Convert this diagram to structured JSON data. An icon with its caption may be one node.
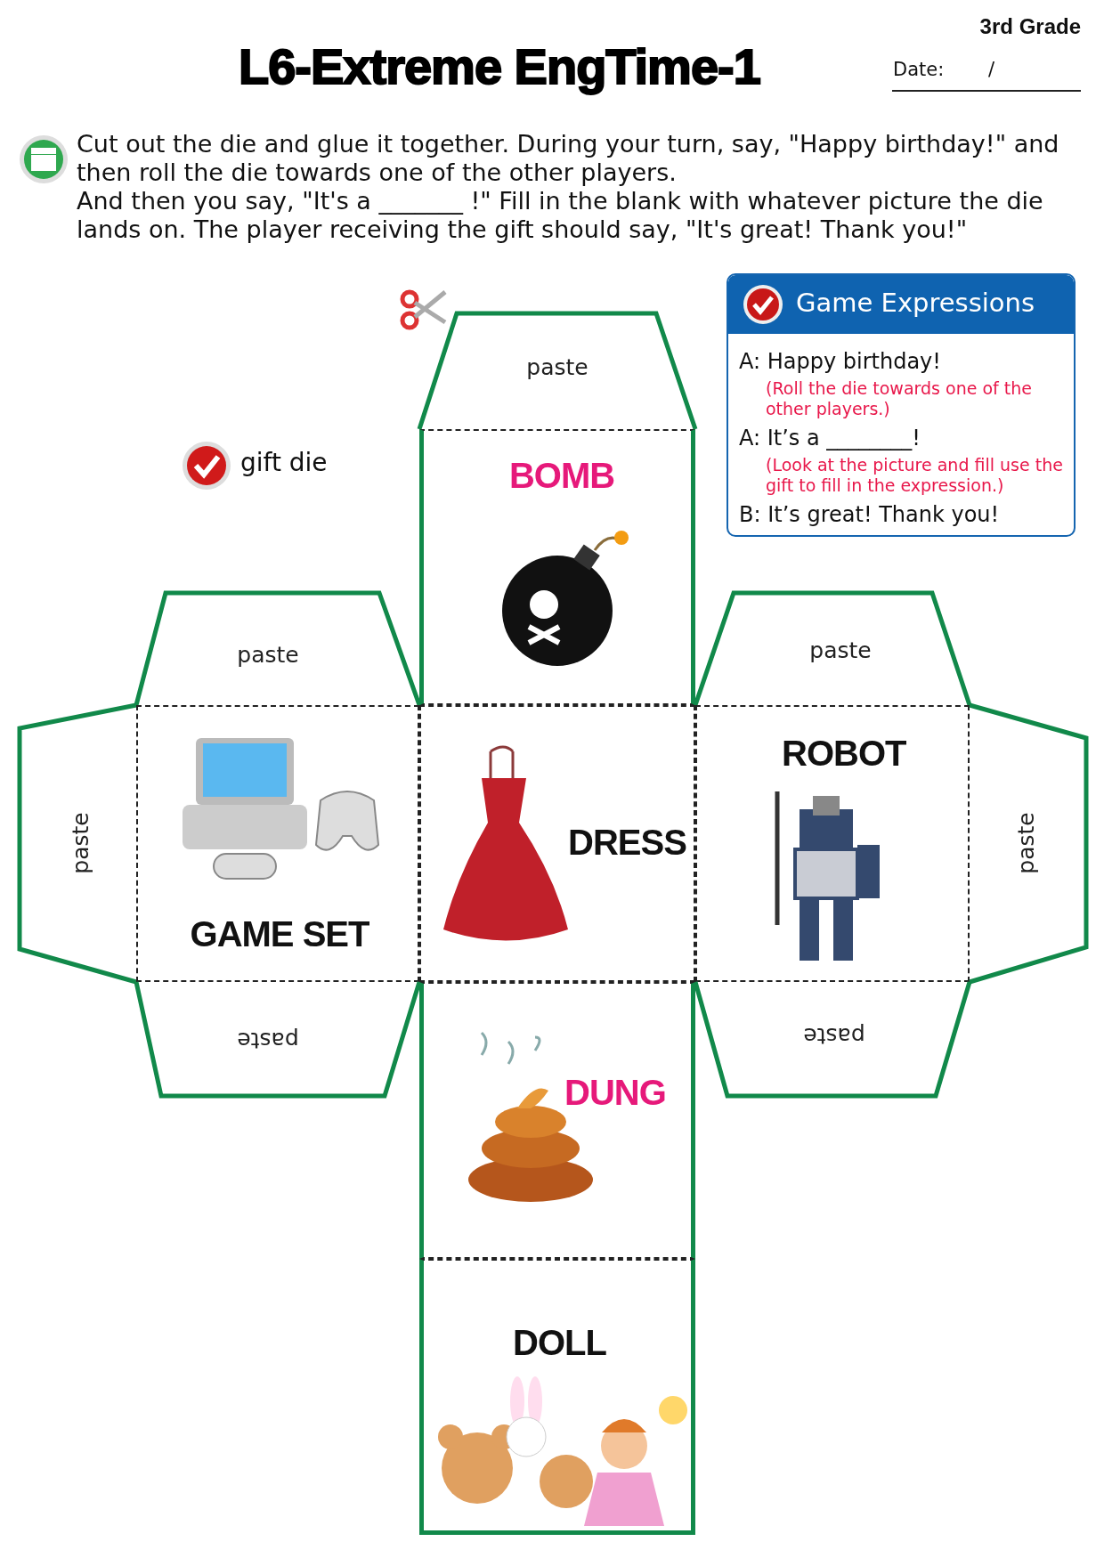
{
  "diagram": {
    "title": "L6-Extreme EngTime-1",
    "nodes": [
      {
        "text": [
          "Game Expressions",
          "A: Happy birthday!",
          "(Roll the die towards one of the other players.)",
          "A: It’s a ________!",
          "(Look at the picture and fill use the gift to fill in the expression.)",
          "B: It’s great! Thank you!"
        ]
      },
      {
        "text": [
          "paste"
        ]
      },
      {
        "text": [
          "BOMB"
        ]
      },
      {
        "text": [
          "paste"
        ]
      },
      {
        "text": [
          "paste"
        ]
      },
      {
        "text": [
          "paste"
        ]
      },
      {
        "text": [
          "GAME SET"
        ]
      },
      {
        "text": [
          "DRESS"
        ]
      },
      {
        "text": [
          "ROBOT"
        ]
      },
      {
        "text": [
          "paste"
        ]
      },
      {
        "text": [
          "paste"
        ]
      },
      {
        "text": [
          "paste"
        ]
      },
      {
        "text": [
          "DUNG"
        ]
      },
      {
        "text": [
          "DOLL"
        ]
      }
    ],
    "labels": [
      "3rd Grade",
      "Date:",
      "/",
      "Cut out the die and glue it together. During your turn,  say, \"Happy birthday!\" and then roll the die towards one of the other players.",
      "And then you say, \"It's a _______ !\"  Fill in the blank with whatever picture the die lands on.  The player receiving the gift should say, \"It's great!  Thank you!\"",
      "gift die"
    ]
  }
}
